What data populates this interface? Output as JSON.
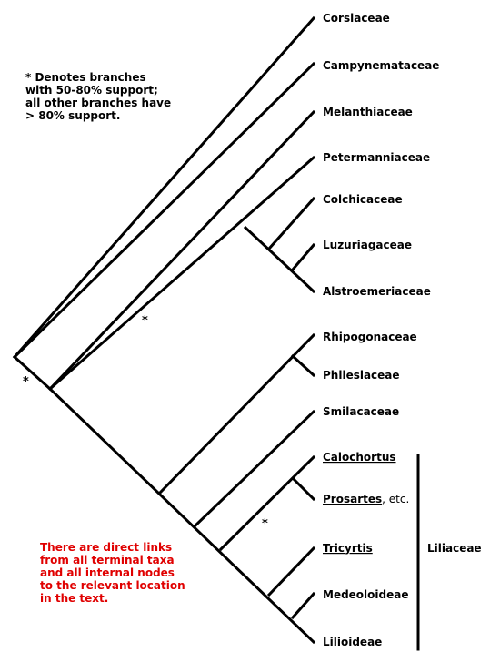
{
  "legend": {
    "lines": [
      "* Denotes branches",
      "with 50-80% support;",
      "all other branches have",
      "> 80% support."
    ]
  },
  "links_note": {
    "lines": [
      "There are direct links",
      "from all terminal taxa",
      "and all internal nodes",
      "to the relevant location",
      "in the text."
    ],
    "color": "#e00000"
  },
  "taxa": {
    "corsiaceae": "Corsiaceae",
    "campynemataceae": "Campynemataceae",
    "melanthiaceae": "Melanthiaceae",
    "petermanniaceae": "Petermanniaceae",
    "colchicaceae": "Colchicaceae",
    "luzuriagaceae": "Luzuriagaceae",
    "alstroemeriaceae": "Alstroemeriaceae",
    "rhipogonaceae": "Rhipogonaceae",
    "philesiaceae": "Philesiaceae",
    "smilacaceae": "Smilacaceae",
    "calochortus": "Calochortus",
    "prosartes": "Prosartes",
    "prosartes_suffix": ", etc.",
    "tricyrtis": "Tricyrtis",
    "medeoloideae": "Medeoloideae",
    "lilioideae": "Lilioideae"
  },
  "clade": {
    "liliaceae": "Liliaceae"
  },
  "support_marker": "*"
}
